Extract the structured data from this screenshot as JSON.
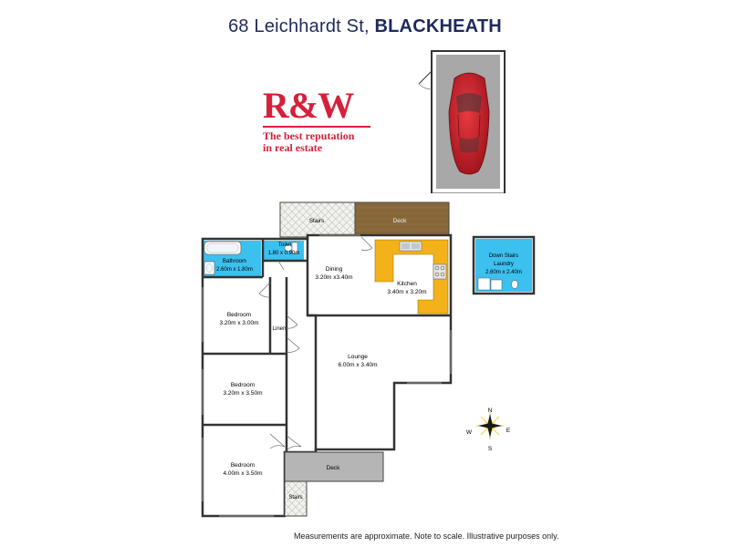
{
  "title": {
    "address": "68 Leichhardt St,",
    "suburb": "BLACKHEATH"
  },
  "logo": {
    "brand": "R&W",
    "tagline_1": "The best reputation",
    "tagline_2": "in real estate"
  },
  "rooms": {
    "stairs_top": "Stairs",
    "deck_top": "Deck",
    "toilet": {
      "name": "Toilet",
      "size": "1.80 x 0.90m"
    },
    "bathroom": {
      "name": "Bathroom",
      "size": "2.60m x 1.80m"
    },
    "dining": {
      "name": "Dining",
      "size": "3.20m x3.40m"
    },
    "kitchen": {
      "name": "Kitchen",
      "size": "3.40m x 3.20m"
    },
    "laundry": {
      "name_1": "Down Stairs",
      "name_2": "Laundry",
      "size": "2.60m x 2.40m"
    },
    "bedroom1": {
      "name": "Bedroom",
      "size": "3.20m x 3.00m"
    },
    "linen": "Linen",
    "lounge": {
      "name": "Lounge",
      "size": "6.00m x 3.40m"
    },
    "bedroom2": {
      "name": "Bedroom",
      "size": "3.20m x 3.50m"
    },
    "bedroom3": {
      "name": "Bedroom",
      "size": "4.00m x 3.50m"
    },
    "deck_bottom": "Deck",
    "stairs_bottom": "Stairs"
  },
  "compass": {
    "n": "N",
    "s": "S",
    "e": "E",
    "w": "W"
  },
  "disclaimer": "Measurements are approximate. Note to scale. Illustrative purposes only.",
  "colors": {
    "title": "#1e2a5c",
    "brand": "#d6203a",
    "wall": "#333333",
    "deck_brown": "#8a6a3c",
    "kitchen_bench": "#f3b21a",
    "wet_area": "#3cc0ee",
    "garage_floor": "#a8a8a8",
    "car": "#c0202a"
  }
}
